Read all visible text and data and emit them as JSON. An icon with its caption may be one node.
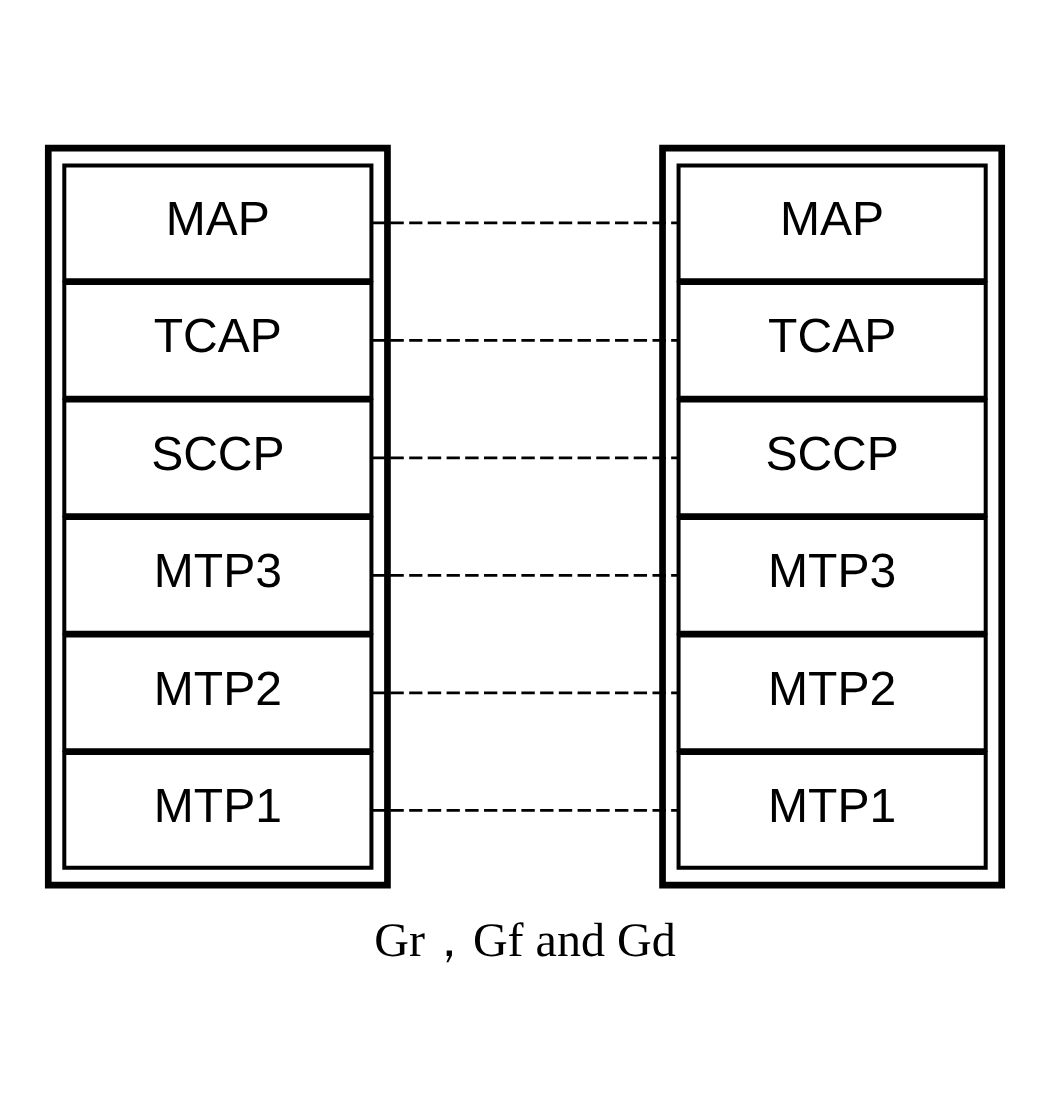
{
  "diagram": {
    "caption": "Gr，Gf and Gd",
    "nodes": [
      {
        "text": [],
        "shape": "box"
      },
      {
        "text": [
          "MAP"
        ],
        "in": 0
      },
      {
        "text": [
          "TCAP"
        ],
        "in": 0
      },
      {
        "text": [
          "SCCP"
        ],
        "in": 0
      },
      {
        "text": [
          "MTP3"
        ],
        "in": 0
      },
      {
        "text": [
          "MTP2"
        ],
        "in": 0
      },
      {
        "text": [
          "MTP1"
        ],
        "in": 0
      },
      {
        "text": [],
        "shape": "box"
      },
      {
        "text": [
          "MAP"
        ],
        "in": 7
      },
      {
        "text": [
          "TCAP"
        ],
        "in": 7
      },
      {
        "text": [
          "SCCP"
        ],
        "in": 7
      },
      {
        "text": [
          "MTP3"
        ],
        "in": 7
      },
      {
        "text": [
          "MTP2"
        ],
        "in": 7
      },
      {
        "text": [
          "MTP1"
        ],
        "in": 7
      }
    ],
    "edges": [
      {
        "from": 1,
        "to": 8,
        "arrow": "none",
        "style": "dashed"
      },
      {
        "from": 2,
        "to": 9,
        "arrow": "none",
        "style": "dashed"
      },
      {
        "from": 3,
        "to": 10,
        "arrow": "none",
        "style": "dashed"
      },
      {
        "from": 4,
        "to": 11,
        "arrow": "none",
        "style": "dashed"
      },
      {
        "from": 5,
        "to": 12,
        "arrow": "none",
        "style": "dashed"
      },
      {
        "from": 6,
        "to": 13,
        "arrow": "none",
        "style": "dashed"
      }
    ]
  }
}
